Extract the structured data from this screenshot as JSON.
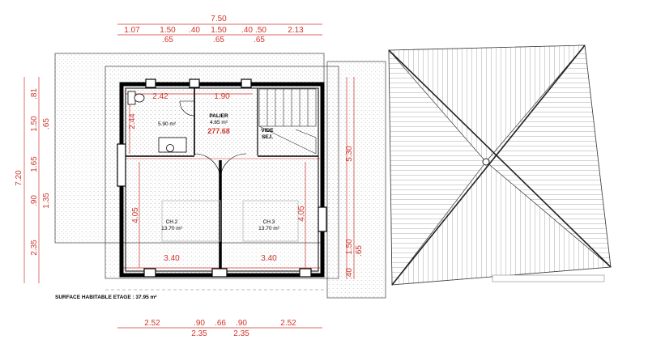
{
  "top_dims": {
    "total": "7.50",
    "row1": [
      "1.07",
      "1.50",
      ".40",
      "1.50",
      ".40",
      ".50",
      "2.13"
    ],
    "row2": [
      ".65",
      ".65",
      ".65"
    ]
  },
  "left_dims": {
    "total": "7.20",
    "outer": [
      ".81",
      "1.50",
      "1.65",
      ".90",
      "2.35"
    ],
    "inner": [
      ".65",
      "1.35"
    ]
  },
  "bottom_dims": {
    "row1": [
      "2.52",
      ".90",
      ".66",
      ".90",
      "2.52"
    ],
    "row2": [
      "2.35",
      "2.35"
    ]
  },
  "right_dims": [
    "5.30",
    "1.50",
    ".40",
    ".65"
  ],
  "rooms": {
    "bath": {
      "area": "5.90 m²",
      "dim_w": "2.42",
      "dim_h": "2.44"
    },
    "landing": {
      "name": "PALIER",
      "area": "4.65 m²",
      "altitude": "277.68",
      "dim": "1.90"
    },
    "void": {
      "line1": "VIDE",
      "line2": "SEJ."
    },
    "ch2": {
      "name": "CH.2",
      "area": "13.70 m²",
      "dim_h": "4.05",
      "dim_w": "3.40"
    },
    "ch3": {
      "name": "CH.3",
      "area": "13.70 m²",
      "dim_h": "4.05",
      "dim_w": "3.40"
    }
  },
  "surface": "SURFACE HABITABLE ETAGE : 37.95 m²",
  "colors": {
    "dimension": "#d0342c",
    "wall": "#000000",
    "hatch": "#bfbfbf"
  }
}
